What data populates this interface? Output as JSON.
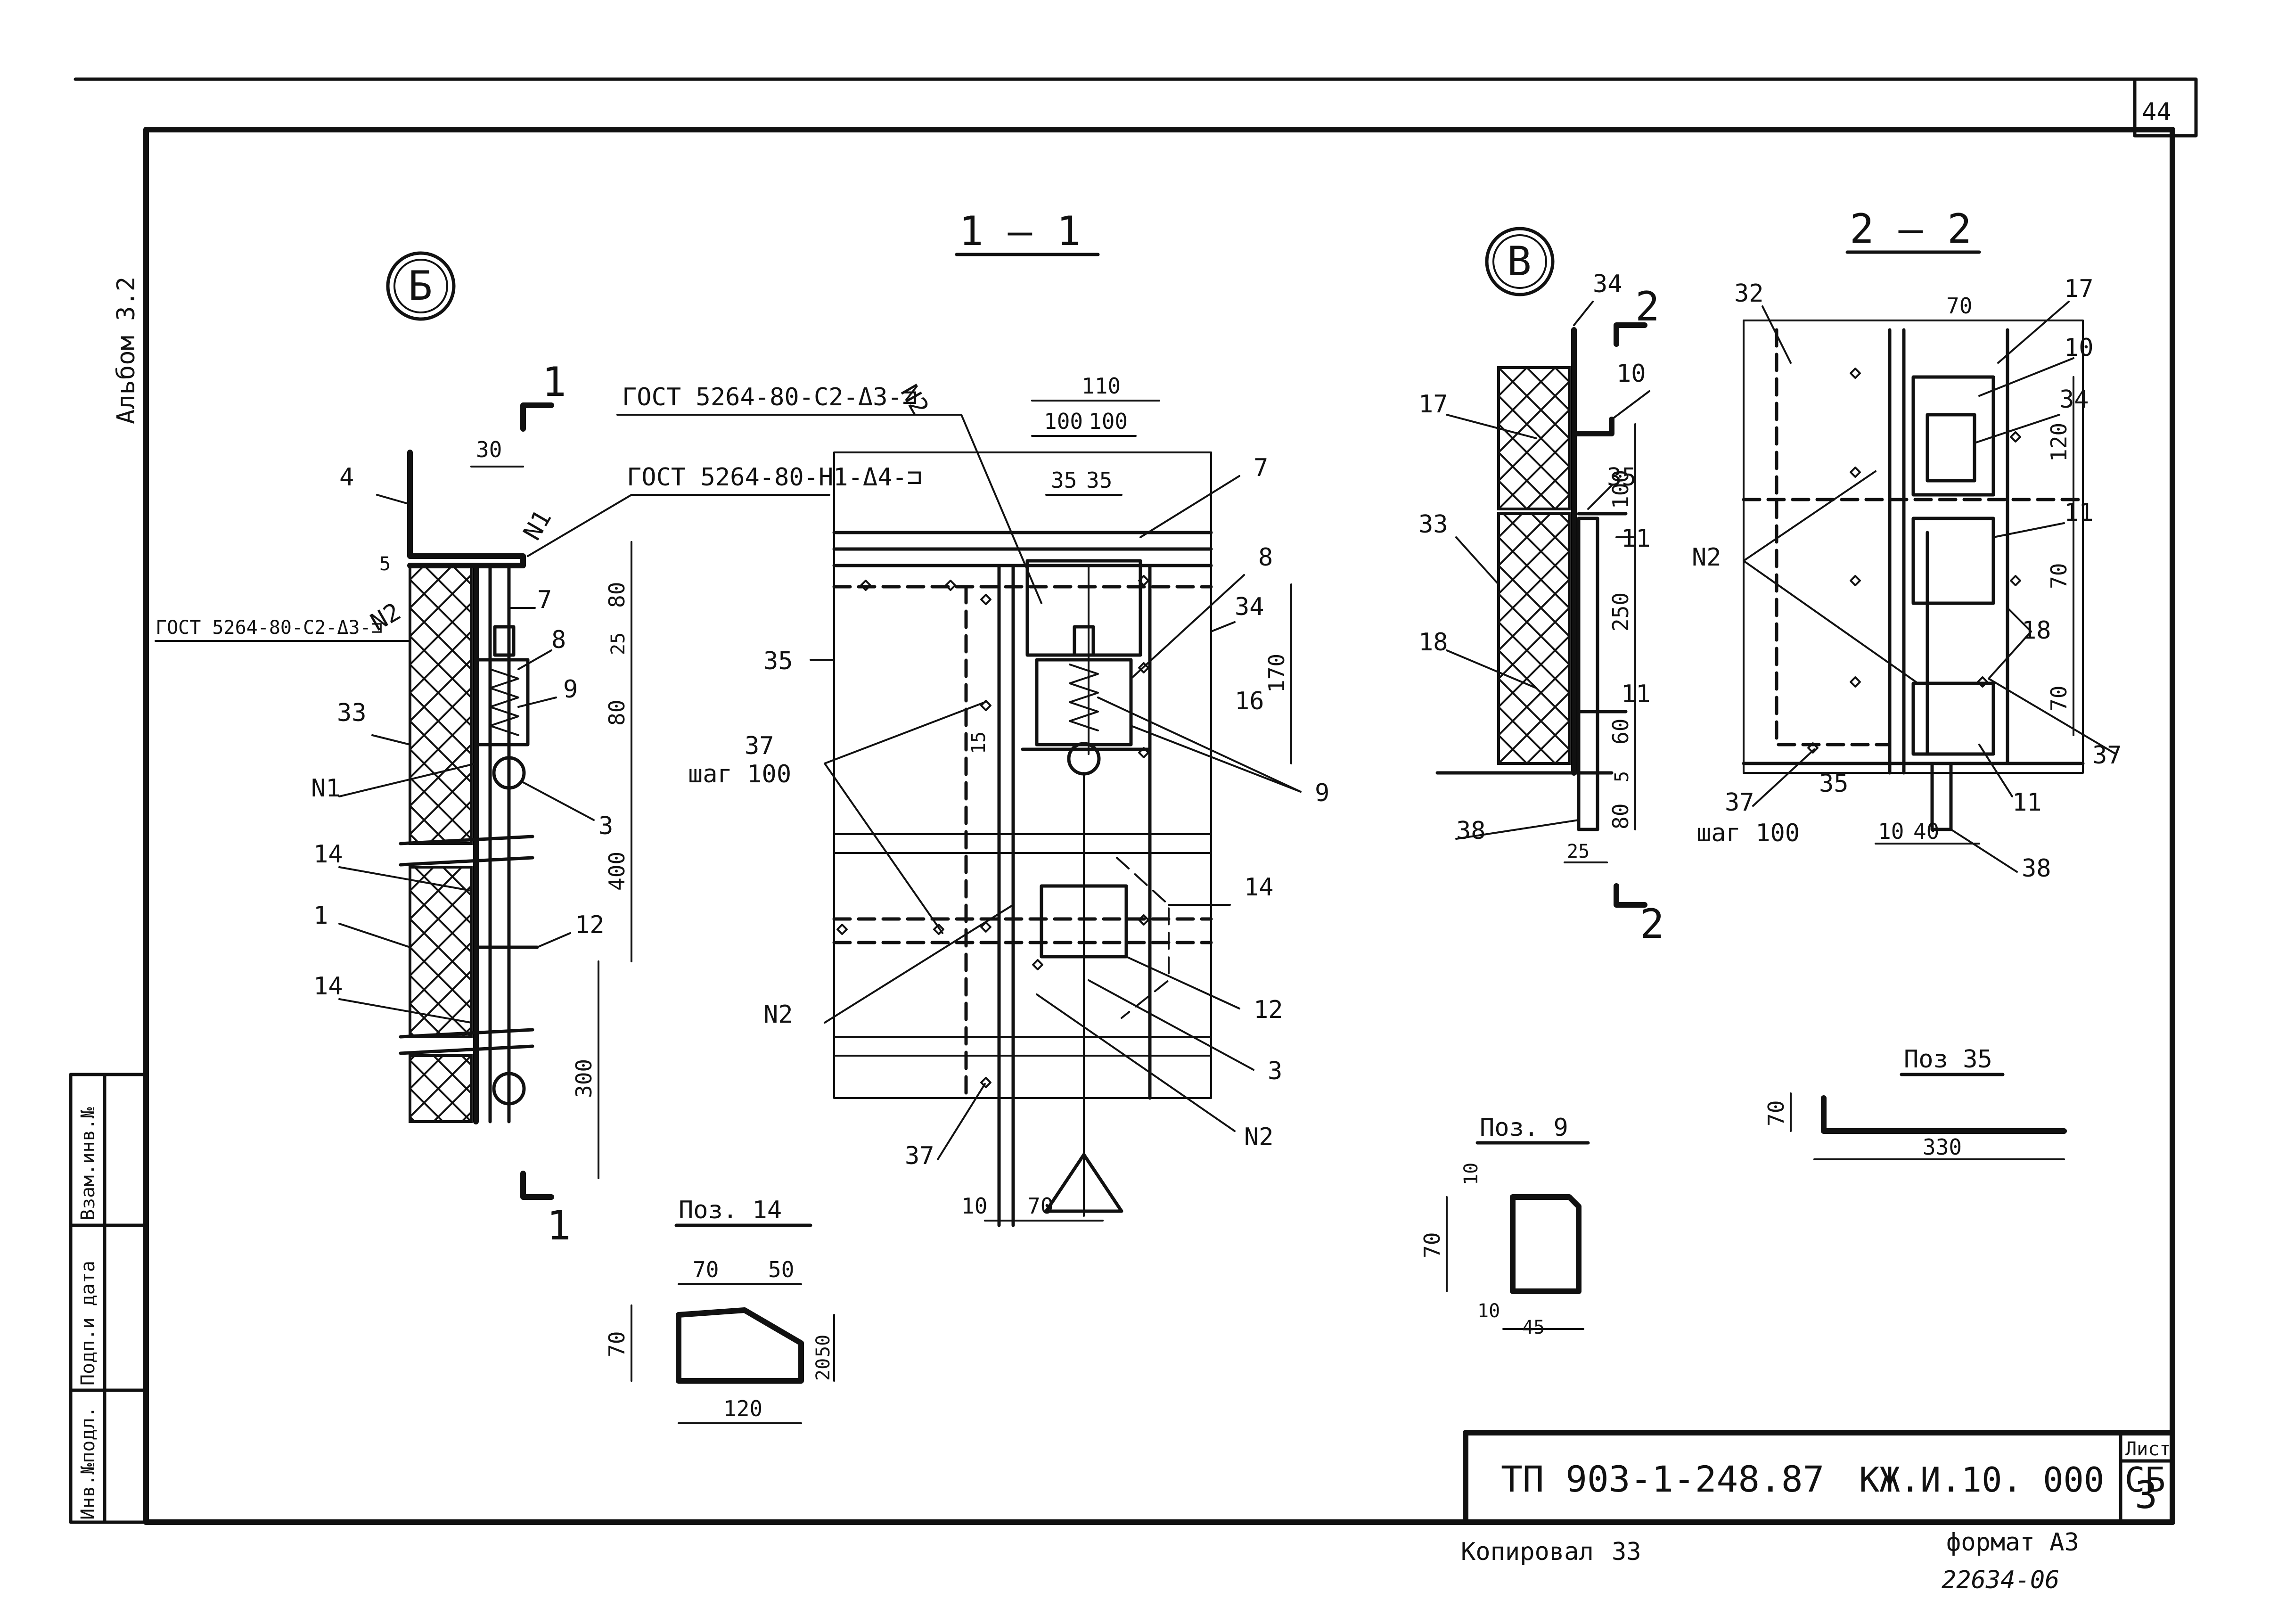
{
  "sheet": {
    "page_number": "44",
    "album": "Альбом 3.2",
    "copied": "Копировал",
    "copied_sign": "ЗЗ",
    "format": "формат А3",
    "archive_no": "22634-06"
  },
  "stamp": {
    "project": "ТП 903-1-248.87",
    "code": "КЖ.И.10. 000 СБ",
    "sheet_label": "Лист",
    "sheet_no": "3"
  },
  "side_stamp": {
    "inv_orig": "Инв.№подл.",
    "sign_date": "Подп.и дата",
    "inv_replace": "Взам.инв.№"
  },
  "nodes": {
    "b": {
      "letter": "Б"
    },
    "v": {
      "letter": "В"
    }
  },
  "sections": {
    "s11": {
      "title": "1 — 1",
      "mark": "1"
    },
    "s22": {
      "title": "2 — 2",
      "mark": "2"
    }
  },
  "notes": {
    "weld_n1": "ГОСТ 5264-80-Н1-Δ4-⊐",
    "weld_c2_a": "ГОСТ 5264-80-С2-Δ3-⊐",
    "weld_c2_b": "ГОСТ 5264-80-С2-Δ3-⊐",
    "n1": "N1",
    "n2": "N2",
    "step100": "шаг 100"
  },
  "positions": {
    "p1": "1",
    "p3": "3",
    "p4": "4",
    "p7": "7",
    "p8": "8",
    "p9": "9",
    "p10": "10",
    "p11": "11",
    "p12": "12",
    "p14": "14",
    "p16": "16",
    "p17": "17",
    "p18": "18",
    "p32": "32",
    "p33": "33",
    "p34": "34",
    "p35": "35",
    "p37": "37",
    "p38": "38"
  },
  "dims": {
    "d30": "30",
    "d80": "80",
    "d25": "25",
    "d400": "400",
    "d300": "300",
    "d5": "5",
    "d110": "110",
    "d100": "100",
    "d35": "35",
    "d170": "170",
    "d15": "15",
    "d10": "10",
    "d70": "70",
    "d250": "250",
    "d60": "60",
    "d120": "120",
    "d40": "40",
    "d50": "50",
    "d20": "20",
    "d45": "45",
    "d330": "330"
  },
  "details": {
    "poz14": {
      "title": "Поз. 14"
    },
    "poz9": {
      "title": "Поз. 9"
    },
    "poz35": {
      "title": "Поз 35"
    }
  }
}
